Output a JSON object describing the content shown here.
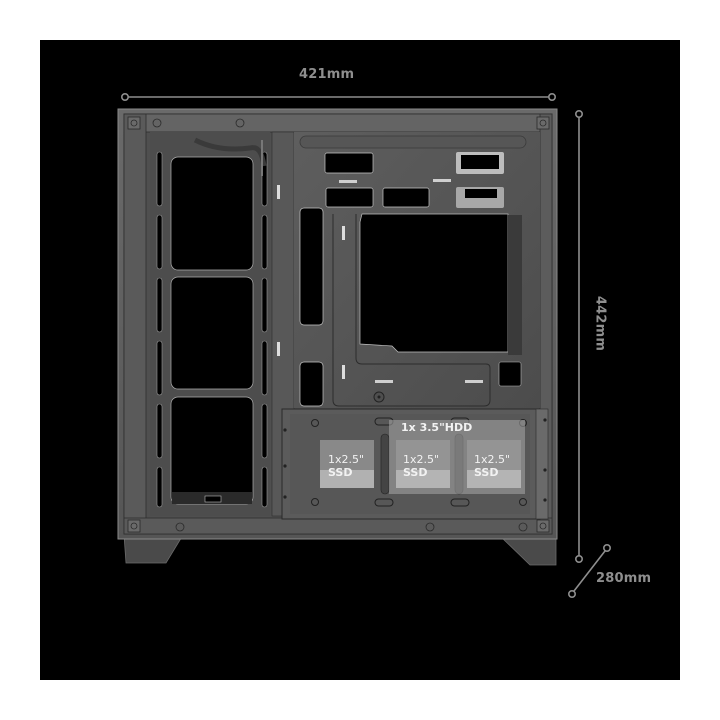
{
  "diagram": {
    "title": "PC case side view with dimensions",
    "background": "#000000",
    "dimensions": {
      "width": {
        "label": "421mm",
        "value": 421,
        "unit": "mm"
      },
      "height": {
        "label": "442mm",
        "value": 442,
        "unit": "mm"
      },
      "depth": {
        "label": "280mm",
        "value": 280,
        "unit": "mm"
      }
    },
    "drive_bays": {
      "hdd": {
        "label": "1x 3.5\"HDD",
        "count": 1,
        "size": "3.5\"",
        "type": "HDD"
      },
      "ssd": [
        {
          "line1": "1x2.5\"",
          "line2": "SSD"
        },
        {
          "line1": "1x2.5\"",
          "line2": "SSD"
        },
        {
          "line1": "1x2.5\"",
          "line2": "SSD"
        }
      ]
    },
    "colors": {
      "dimension_line": "#8e8e8e",
      "case_metal": "#5a5a5a",
      "case_dark": "#3a3a3a",
      "overlay": "#9a9a9a",
      "bay_text": "#f2f2f2"
    }
  }
}
